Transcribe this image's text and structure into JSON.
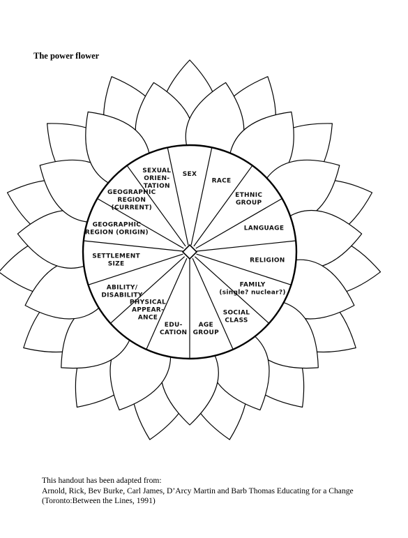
{
  "title": "The power flower",
  "segments": [
    {
      "lines": [
        "SEX"
      ]
    },
    {
      "lines": [
        "RACE"
      ]
    },
    {
      "lines": [
        "ETHNIC",
        "GROUP"
      ]
    },
    {
      "lines": [
        "LANGUAGE"
      ]
    },
    {
      "lines": [
        "RELIGION"
      ]
    },
    {
      "lines": [
        "FAMILY",
        "(single? nuclear?)"
      ]
    },
    {
      "lines": [
        "SOCIAL",
        "CLASS"
      ]
    },
    {
      "lines": [
        "AGE",
        "GROUP"
      ]
    },
    {
      "lines": [
        "EDU-",
        "CATION"
      ]
    },
    {
      "lines": [
        "PHYSICAL",
        "APPEAR-",
        "ANCE"
      ]
    },
    {
      "lines": [
        "ABILITY/",
        "DISABILITY"
      ]
    },
    {
      "lines": [
        "SETTLEMENT",
        "SIZE"
      ]
    },
    {
      "lines": [
        "GEOGRAPHIC",
        "REGION (ORIGIN)"
      ]
    },
    {
      "lines": [
        "GEOGRAPHIC",
        "REGION",
        "(CURRENT)"
      ]
    },
    {
      "lines": [
        "SEXUAL",
        "ORIEN-",
        "TATION"
      ]
    }
  ],
  "credit": {
    "line1": "This handout has been adapted from:",
    "line2": "Arnold, Rick, Bev Burke, Carl James, D’Arcy Martin and Barb Thomas Educating for a Change",
    "line3": "(Toronto:Between the Lines, 1991)"
  }
}
